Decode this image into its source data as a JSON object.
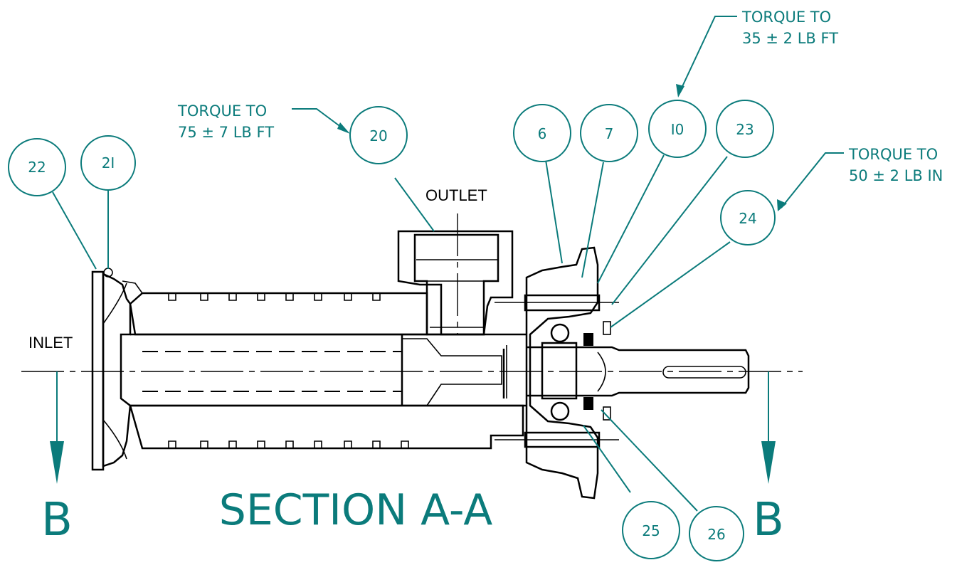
{
  "section_label": "SECTION A-A",
  "view_arrows": {
    "left": "B",
    "right": "B"
  },
  "labels": {
    "inlet": "INLET",
    "outlet": "OUTLET"
  },
  "torque_notes": {
    "item_20": {
      "line1": "TORQUE TO",
      "line2": "75 ± 7 LB FT"
    },
    "item_10": {
      "line1": "TORQUE TO",
      "line2": "35 ± 2 LB FT"
    },
    "item_24": {
      "line1": "TORQUE TO",
      "line2": "50 ± 2 LB IN"
    }
  },
  "balloons": {
    "b22": "22",
    "b21": "2I",
    "b20": "20",
    "b6": "6",
    "b7": "7",
    "b10": "I0",
    "b23": "23",
    "b24": "24",
    "b25": "25",
    "b26": "26"
  },
  "colors": {
    "annotation": "#0b7b7b",
    "geometry": "#000000",
    "background": "#ffffff"
  }
}
